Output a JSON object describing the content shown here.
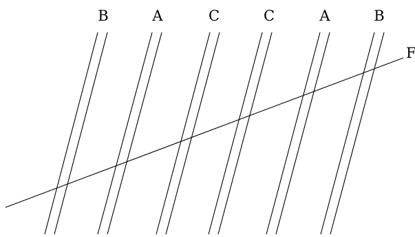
{
  "diagram": {
    "pair_labels": [
      "B",
      "A",
      "C",
      "C",
      "A",
      "B"
    ],
    "transversal_label": "F",
    "line_color": "#000000",
    "background": "#ffffff"
  }
}
